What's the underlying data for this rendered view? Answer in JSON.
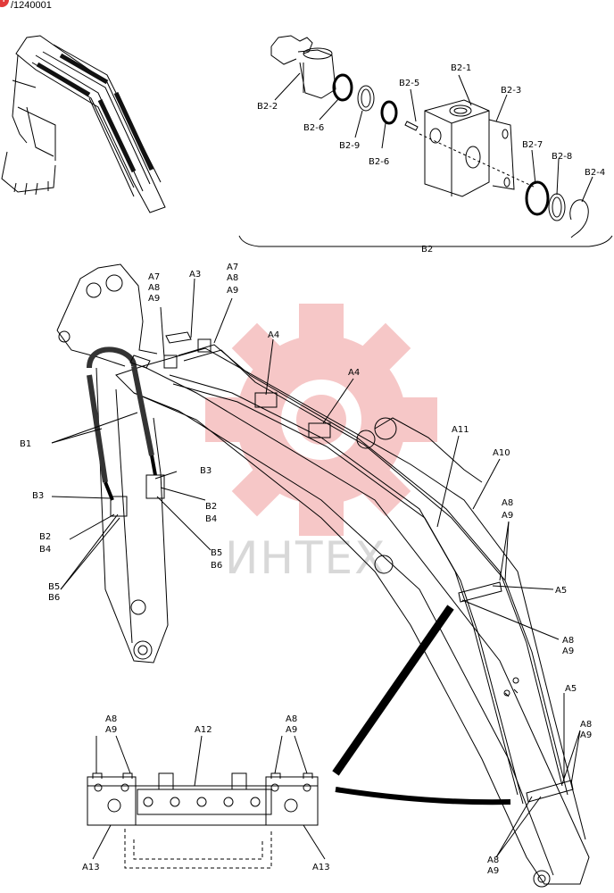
{
  "header": {
    "code": "/1240001",
    "badge_color": "#e23a3a"
  },
  "watermark": {
    "text": "ИНТЕХ",
    "gear_color": "#f6c7c7"
  },
  "top_group": {
    "label": "B2"
  },
  "labels": {
    "B2-1": "B2-1",
    "B2-2": "B2-2",
    "B2-3": "B2-3",
    "B2-4": "B2-4",
    "B2-5": "B2-5",
    "B2-6": "B2-6",
    "B2-7": "B2-7",
    "B2-8": "B2-8",
    "B2-9": "B2-9",
    "A3": "A3",
    "A4": "A4",
    "A5": "A5",
    "A7": "A7",
    "A8": "A8",
    "A9": "A9",
    "A10": "A10",
    "A11": "A11",
    "A12": "A12",
    "A13": "A13",
    "B1": "B1",
    "B2": "B2",
    "B3": "B3",
    "B4": "B4",
    "B5": "B5",
    "B6": "B6"
  }
}
